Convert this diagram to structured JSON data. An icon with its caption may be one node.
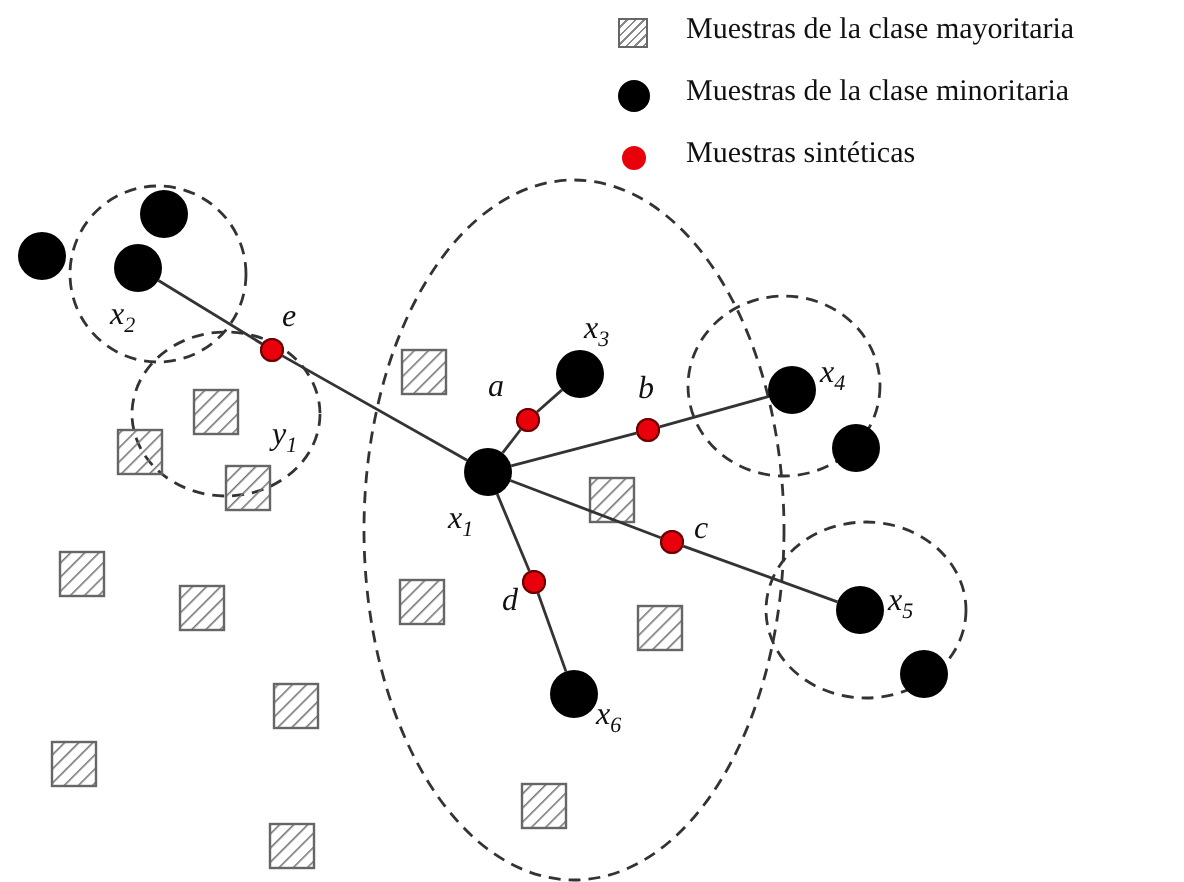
{
  "diagram": {
    "nodes": [
      {
        "text": [
          "x$_{1}$"
        ]
      },
      {
        "text": [
          "x$_{2}$"
        ]
      },
      {
        "text": [
          "x$_{3}$"
        ]
      },
      {
        "text": [
          "x$_{4}$"
        ]
      },
      {
        "text": [
          "x$_{5}$"
        ]
      },
      {
        "text": [
          "x$_{6}$"
        ]
      },
      {
        "text": [
          "a"
        ]
      },
      {
        "text": [
          "b"
        ]
      },
      {
        "text": [
          "c"
        ]
      },
      {
        "text": [
          "d"
        ]
      },
      {
        "text": [
          "e"
        ]
      }
    ],
    "edges": [
      {
        "from": 0,
        "to": 6,
        "arrow": "none"
      },
      {
        "from": 6,
        "to": 2,
        "arrow": "none"
      },
      {
        "from": 0,
        "to": 7,
        "arrow": "none"
      },
      {
        "from": 7,
        "to": 3,
        "arrow": "none"
      },
      {
        "from": 0,
        "to": 8,
        "arrow": "none"
      },
      {
        "from": 8,
        "to": 4,
        "arrow": "none"
      },
      {
        "from": 0,
        "to": 9,
        "arrow": "none"
      },
      {
        "from": 9,
        "to": 5,
        "arrow": "none"
      },
      {
        "from": 0,
        "to": 10,
        "arrow": "none"
      },
      {
        "from": 10,
        "to": 1,
        "arrow": "none"
      }
    ],
    "labels": [
      "y$_{1}$"
    ],
    "legend": [
      {
        "text": "Muestras de la clase mayoritaria"
      },
      {
        "text": "Muestras de la clase minoritaria",
        "color": "#000000"
      },
      {
        "text": "Muestras sintéticas",
        "color": "#e8000b"
      }
    ]
  }
}
